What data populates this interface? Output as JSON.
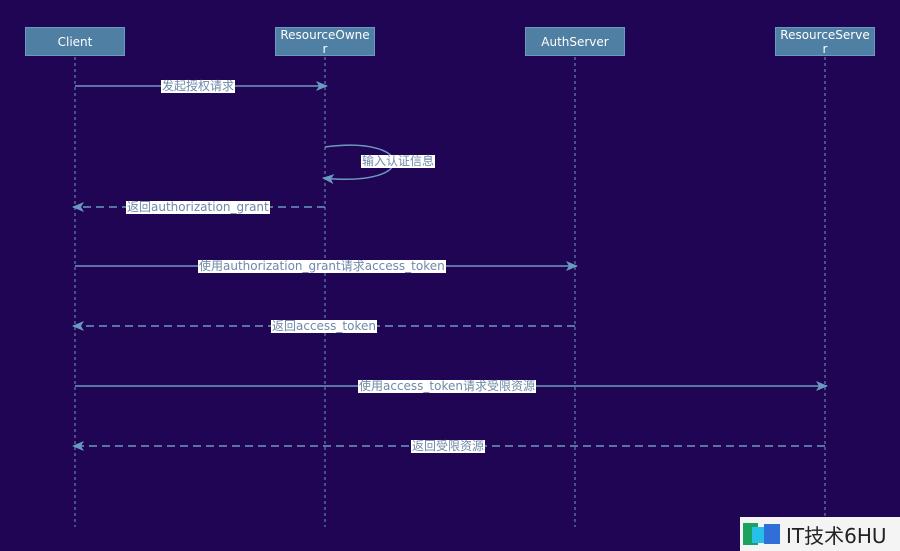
{
  "actors": [
    {
      "id": "client",
      "label": "Client"
    },
    {
      "id": "resource-owner",
      "label": "ResourceOwner"
    },
    {
      "id": "auth-server",
      "label": "AuthServer"
    },
    {
      "id": "resource-server",
      "label": "ResourceServer"
    }
  ],
  "messages": [
    {
      "label": "发起授权请求",
      "from": "client",
      "to": "resource-owner",
      "style": "solid"
    },
    {
      "label": "输入认证信息",
      "from": "resource-owner",
      "to": "resource-owner",
      "style": "solid"
    },
    {
      "label": "返回authorization_grant",
      "from": "resource-owner",
      "to": "client",
      "style": "dashed"
    },
    {
      "label": "使用authorization_grant请求access_token",
      "from": "client",
      "to": "auth-server",
      "style": "solid"
    },
    {
      "label": "返回access_token",
      "from": "auth-server",
      "to": "client",
      "style": "dashed"
    },
    {
      "label": "使用access_token请求受限资源",
      "from": "client",
      "to": "resource-server",
      "style": "solid"
    },
    {
      "label": "返回受限资源",
      "from": "resource-server",
      "to": "client",
      "style": "dashed"
    }
  ],
  "watermark": {
    "text": "IT技术6HU",
    "icon": "brand-logo-icon"
  },
  "colors": {
    "background": "#1f0553",
    "actor_fill": "#4f7fa3",
    "lifeline": "#6b9ac0",
    "arrow": "#6b9ac0",
    "label_text": "#6f89a8"
  }
}
